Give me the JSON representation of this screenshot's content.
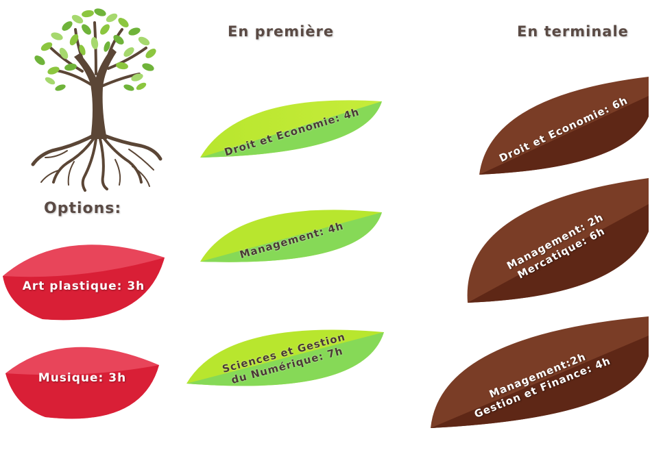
{
  "headings": {
    "premiere": "En première",
    "terminale": "En terminale",
    "options": "Options:"
  },
  "premiere_leaves": [
    {
      "lines": [
        "Droit et Economie: 4h"
      ]
    },
    {
      "lines": [
        "Management: 4h"
      ]
    },
    {
      "lines": [
        "Sciences et Gestion",
        "du Numérique: 7h"
      ]
    }
  ],
  "terminale_leaves": [
    {
      "lines": [
        "Droit et Economie: 6h"
      ]
    },
    {
      "lines": [
        "Management: 2h",
        "Mercatique:  6h"
      ]
    },
    {
      "lines": [
        "Management:2h",
        "Gestion et Finance: 4h"
      ]
    }
  ],
  "option_leaves": [
    {
      "lines": [
        "Art plastique: 3h"
      ]
    },
    {
      "lines": [
        "Musique:  3h"
      ]
    }
  ],
  "colors": {
    "green_light": "#b8e62e",
    "green_dark": "#86d957",
    "brown_light": "#7a3d26",
    "brown_dark": "#5e2716",
    "red_light": "#e8455a",
    "red_dark": "#d91f36",
    "heading": "#5a4a44",
    "tree_trunk": "#5b4636"
  }
}
